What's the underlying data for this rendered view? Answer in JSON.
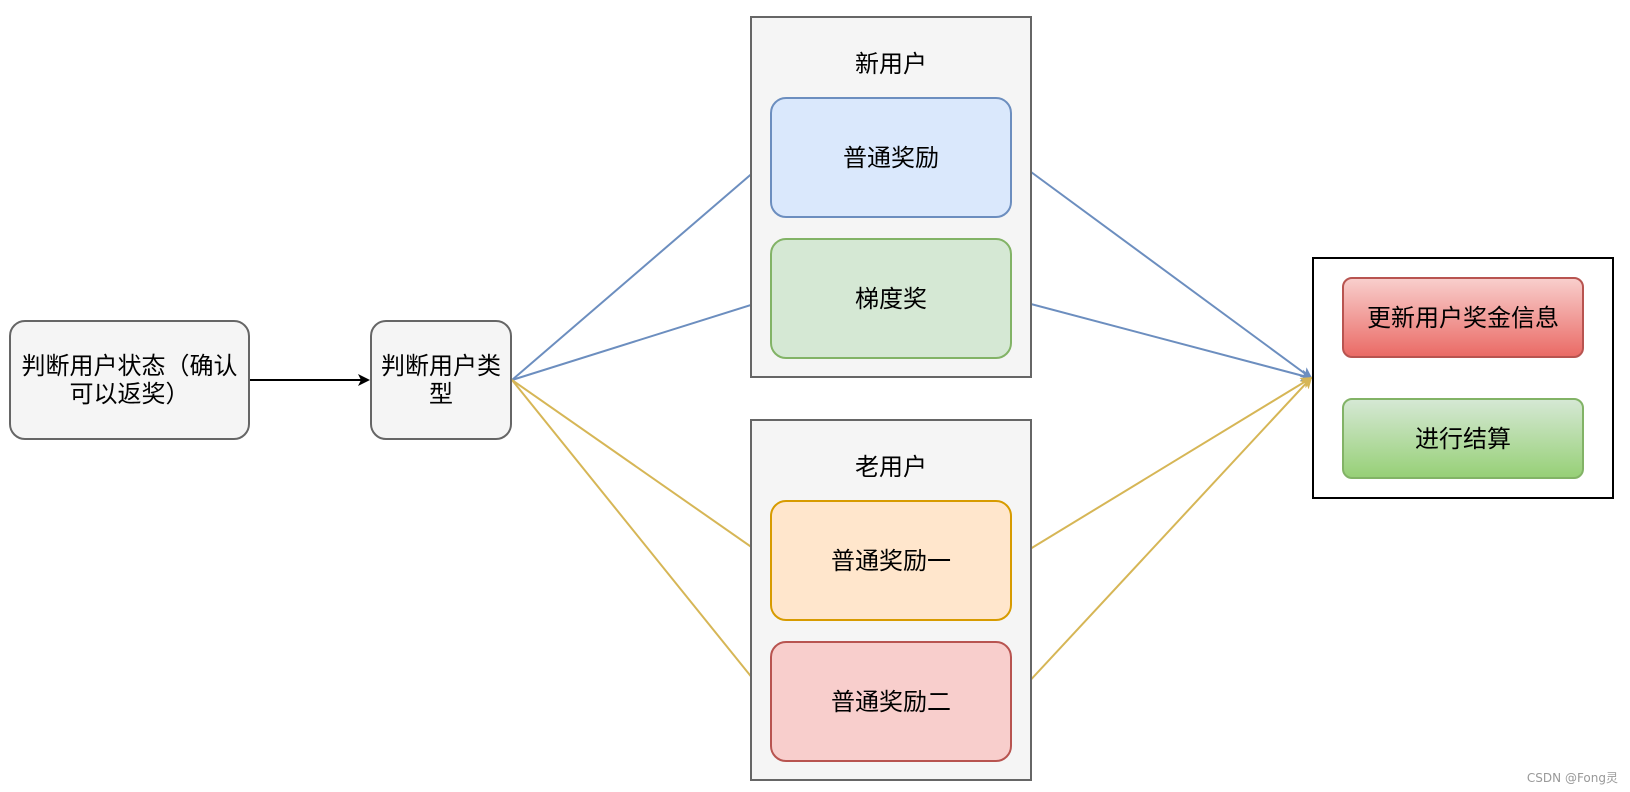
{
  "nodes": {
    "check_status": "判断用户状态（确认可以返奖）",
    "check_type": "判断用户类型",
    "normal_reward": "普通奖励",
    "tier_reward": "梯度奖",
    "normal_reward_1": "普通奖励一",
    "normal_reward_2": "普通奖励二",
    "update_bonus": "更新用户奖金信息",
    "settle": "进行结算"
  },
  "groups": {
    "new_user": "新用户",
    "old_user": "老用户"
  },
  "colors": {
    "black_edge": "#000000",
    "blue_edge": "#6c8ebf",
    "gold_edge": "#d6b656"
  },
  "watermark": "CSDN @Fong灵"
}
